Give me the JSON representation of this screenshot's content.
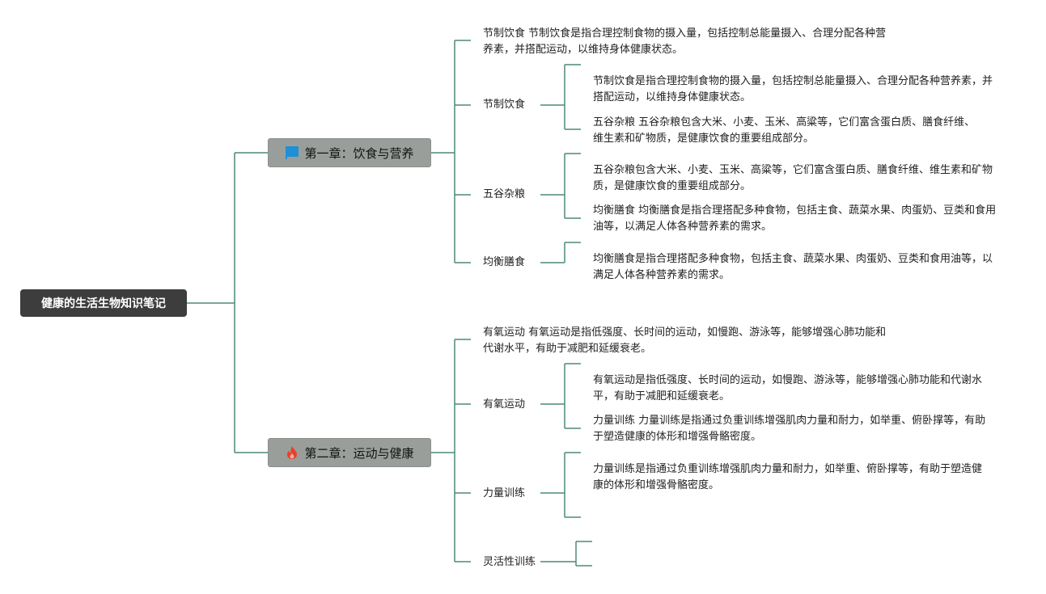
{
  "colors": {
    "connector": "#4d8a78",
    "root_bg": "#3d3d3d",
    "root_text": "#ffffff",
    "chapter_bg": "#9a9e9b",
    "chapter_text": "#111111",
    "flag_icon": "#1f8fd8",
    "fire_icon": "#e8402a"
  },
  "root": {
    "label": "健康的生活生物知识笔记"
  },
  "chapters": [
    {
      "label": "第一章：饮食与营养",
      "icon": "flag-icon",
      "summary": "节制饮食 节制饮食是指合理控制食物的摄入量，包括控制总能量摄入、合理分配各种营养素，并搭配运动，以维持身体健康状态。",
      "topics": [
        {
          "label": "节制饮食",
          "notes": [
            "节制饮食是指合理控制食物的摄入量，包括控制总能量摄入、合理分配各种营养素，并搭配运动，以维持身体健康状态。",
            "五谷杂粮 五谷杂粮包含大米、小麦、玉米、高粱等，它们富含蛋白质、膳食纤维、维生素和矿物质，是健康饮食的重要组成部分。"
          ]
        },
        {
          "label": "五谷杂粮",
          "notes": [
            "五谷杂粮包含大米、小麦、玉米、高粱等，它们富含蛋白质、膳食纤维、维生素和矿物质，是健康饮食的重要组成部分。",
            "均衡膳食 均衡膳食是指合理搭配多种食物，包括主食、蔬菜水果、肉蛋奶、豆类和食用油等，以满足人体各种营养素的需求。"
          ]
        },
        {
          "label": "均衡膳食",
          "notes": [
            "均衡膳食是指合理搭配多种食物，包括主食、蔬菜水果、肉蛋奶、豆类和食用油等，以满足人体各种营养素的需求。"
          ]
        }
      ]
    },
    {
      "label": "第二章：运动与健康",
      "icon": "fire-icon",
      "summary": "有氧运动 有氧运动是指低强度、长时间的运动，如慢跑、游泳等，能够增强心肺功能和代谢水平，有助于减肥和延缓衰老。",
      "topics": [
        {
          "label": "有氧运动",
          "notes": [
            "有氧运动是指低强度、长时间的运动，如慢跑、游泳等，能够增强心肺功能和代谢水平，有助于减肥和延缓衰老。",
            "力量训练 力量训练是指通过负重训练增强肌肉力量和耐力，如举重、俯卧撑等，有助于塑造健康的体形和增强骨骼密度。"
          ]
        },
        {
          "label": "力量训练",
          "notes": [
            "力量训练是指通过负重训练增强肌肉力量和耐力，如举重、俯卧撑等，有助于塑造健康的体形和增强骨骼密度。",
            ""
          ]
        },
        {
          "label": "灵活性训练",
          "notes": [
            "",
            ""
          ]
        }
      ]
    }
  ]
}
